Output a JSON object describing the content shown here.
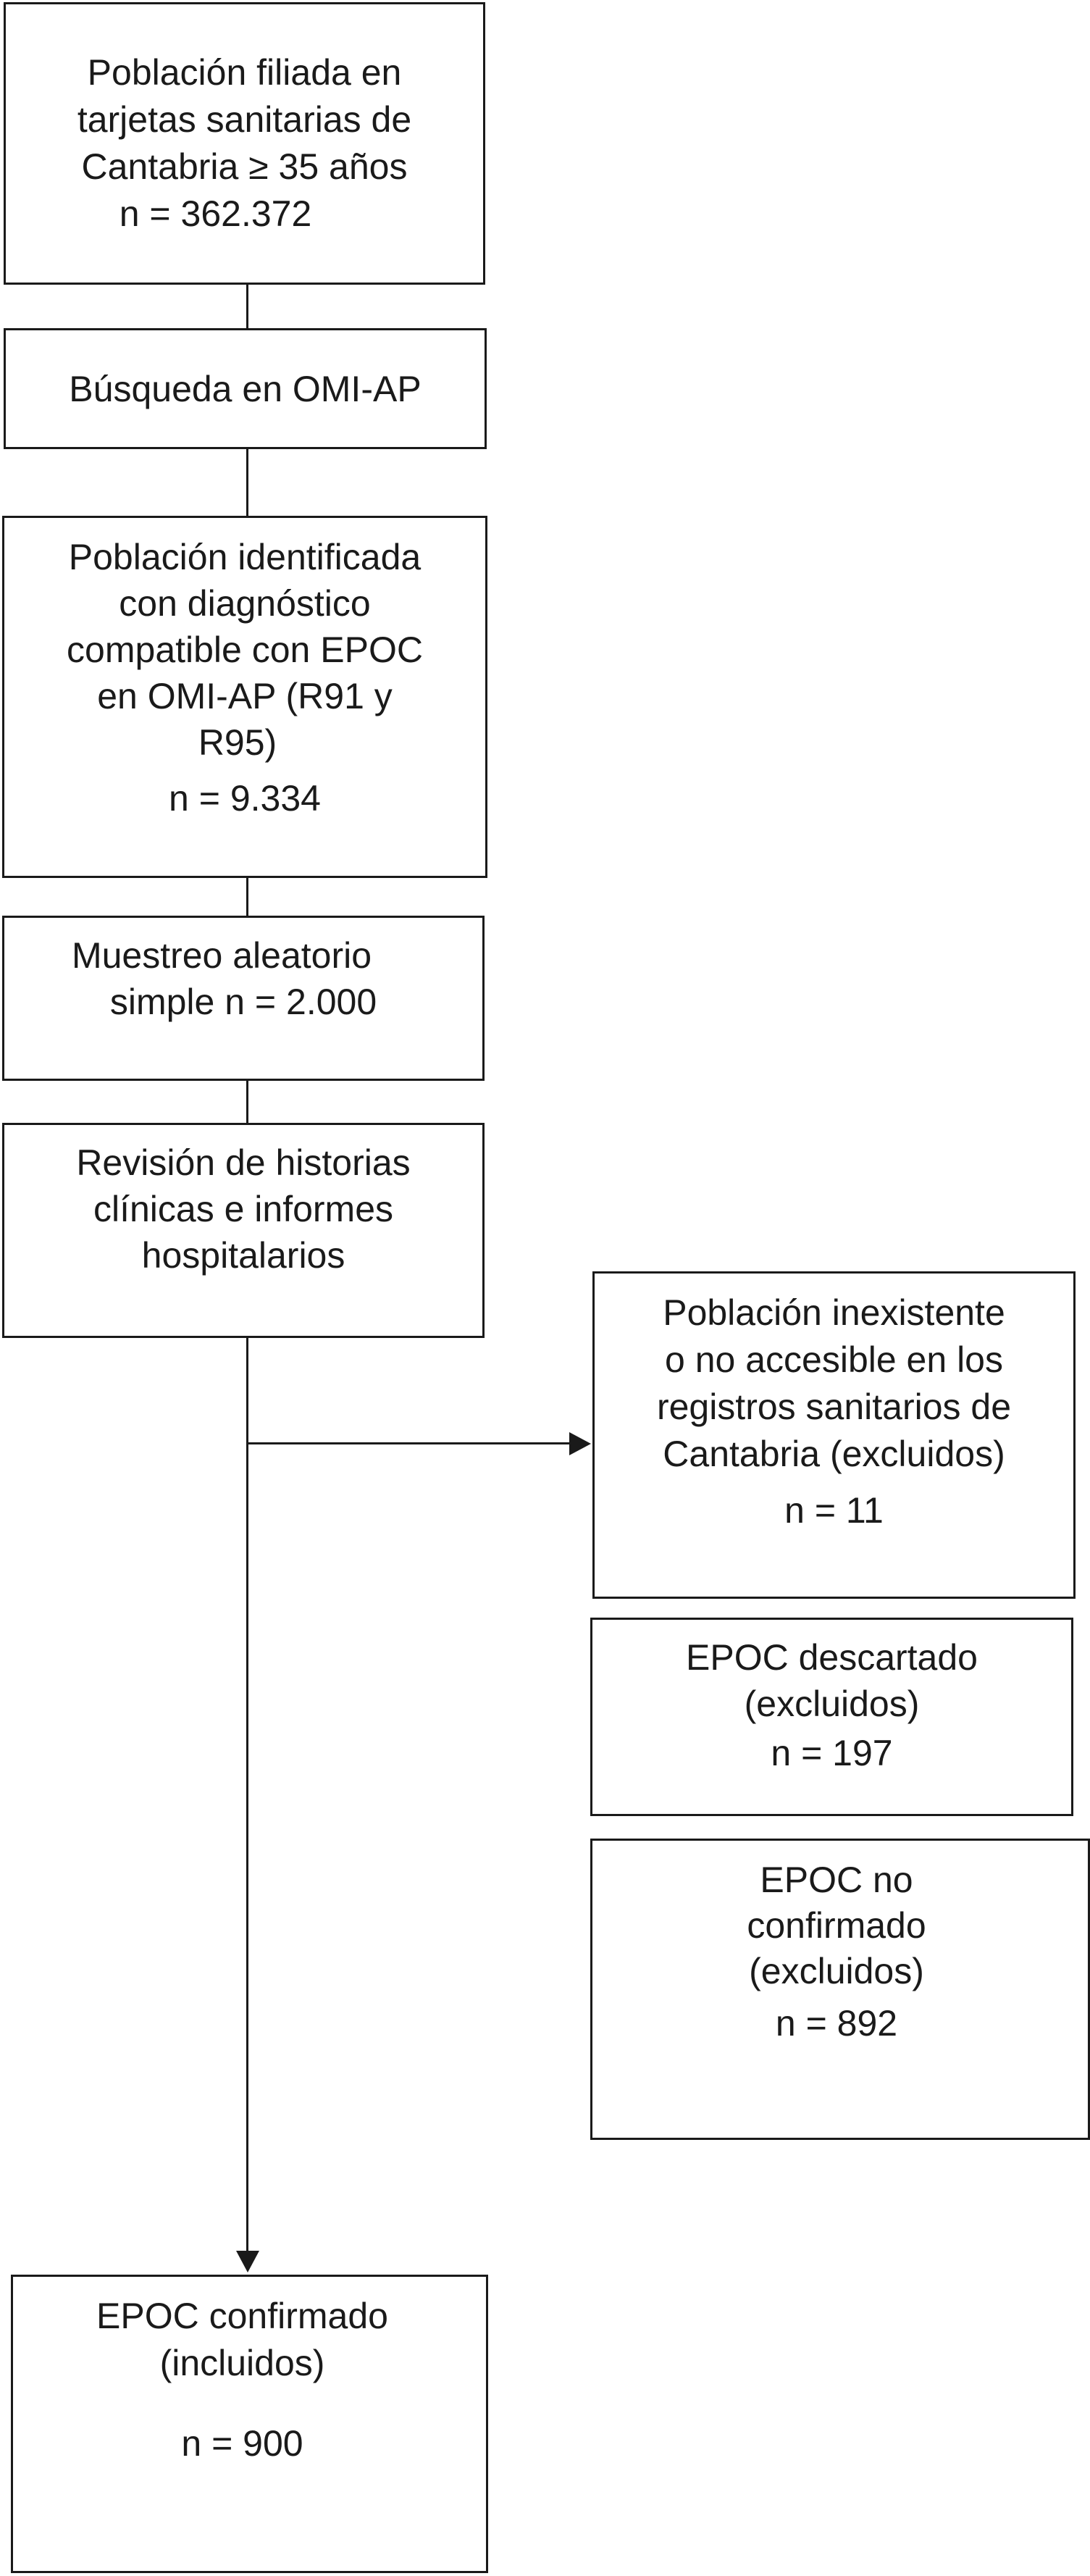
{
  "flowchart": {
    "population": {
      "lines": [
        "Población filiada en",
        "tarjetas sanitarias de",
        "Cantabria ≥ 35 años"
      ],
      "n": "n = 362.372"
    },
    "search": {
      "label": "Búsqueda en OMI-AP"
    },
    "identified": {
      "lines": [
        "Población identificada",
        "con diagnóstico",
        "compatible con EPOC",
        "en OMI-AP (R91 y",
        "R95)"
      ],
      "n": "n = 9.334"
    },
    "sampling": {
      "lines": [
        "Muestreo aleatorio",
        "simple n = 2.000"
      ]
    },
    "review": {
      "lines": [
        "Revisión de historias",
        "clínicas e informes",
        "hospitalarios"
      ]
    },
    "excluded_nonexistent": {
      "lines": [
        "Población inexistente",
        "o no accesible en los",
        "registros sanitarios de",
        "Cantabria (excluidos)"
      ],
      "n": "n = 11"
    },
    "excluded_discarded": {
      "lines": [
        "EPOC descartado",
        "(excluidos)"
      ],
      "n": "n = 197"
    },
    "excluded_unconfirmed": {
      "lines": [
        "EPOC no",
        "confirmado",
        "(excluidos)"
      ],
      "n": "n = 892"
    },
    "confirmed": {
      "lines": [
        "EPOC confirmado",
        "(incluidos)"
      ],
      "n": "n = 900"
    }
  }
}
